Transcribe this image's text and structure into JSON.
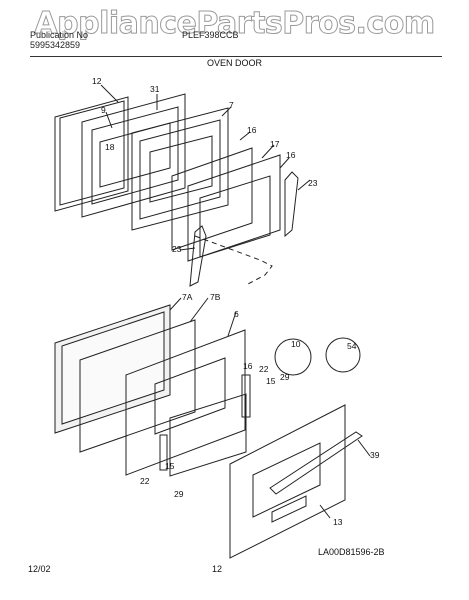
{
  "watermark": "AppliancePartsPros.com",
  "header": {
    "publication_label": "Publication No",
    "publication_number": "5995342859",
    "model": "PLEF398CCB"
  },
  "section_title": "OVEN DOOR",
  "callouts": [
    "12",
    "9",
    "31",
    "7",
    "18",
    "16",
    "17",
    "16",
    "23",
    "23",
    "7A",
    "7B",
    "6",
    "10",
    "54",
    "16",
    "22",
    "15",
    "29",
    "39",
    "15",
    "22",
    "29",
    "13"
  ],
  "diagram_code": "LA00D81596-2B",
  "footer": {
    "date": "12/02",
    "page": "12"
  }
}
